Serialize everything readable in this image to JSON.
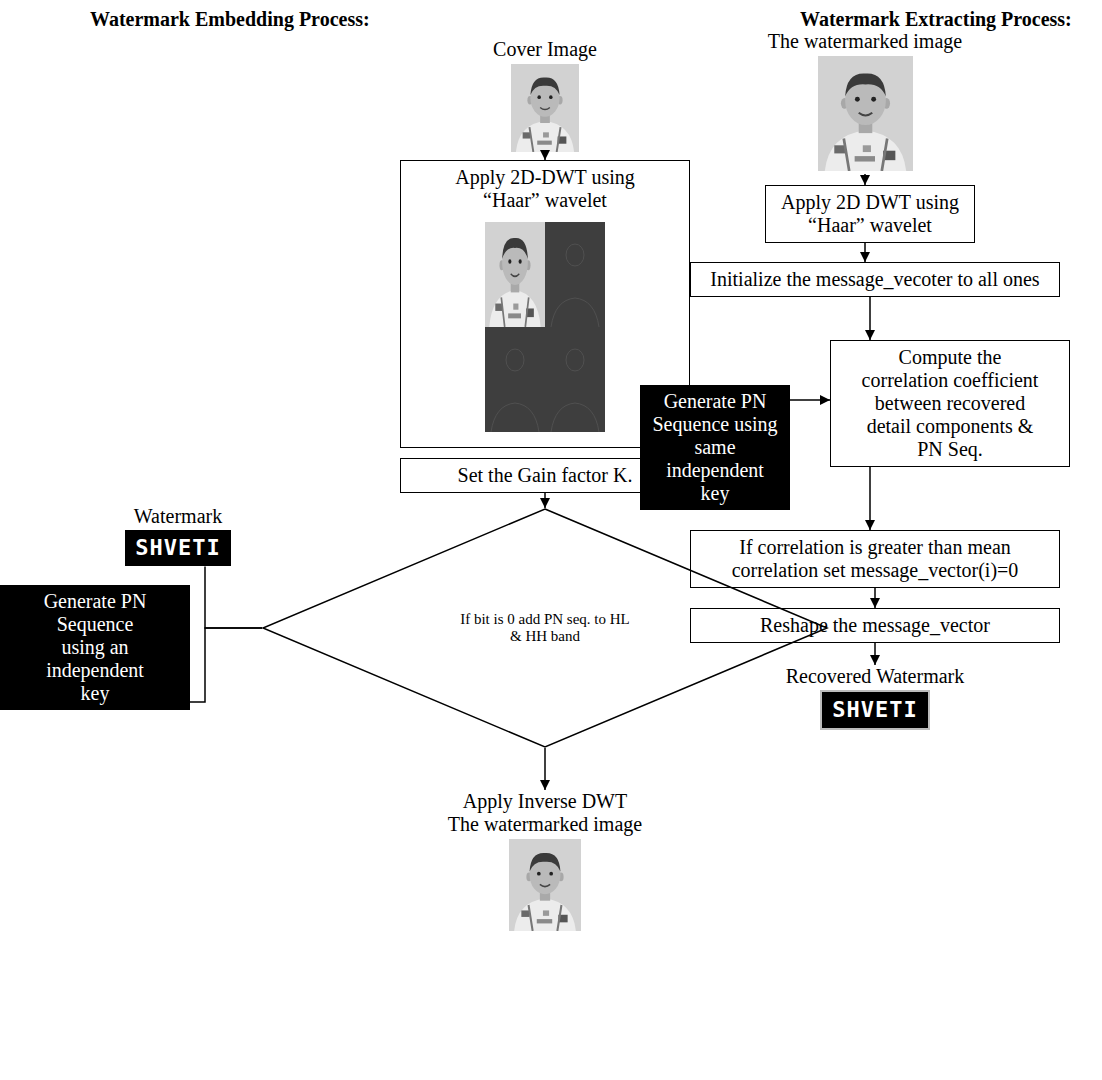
{
  "diagram": {
    "nodes": [
      {
        "text": [
          "Cover Image"
        ]
      },
      {
        "text": [
          "Apply 2D-DWT using “Haar” wavelet"
        ]
      },
      {
        "text": [
          "Set the Gain factor K."
        ]
      },
      {
        "text": [
          "Watermark",
          "SHVETI"
        ]
      },
      {
        "text": [
          "Generate PN Sequence using an independent key"
        ]
      },
      {
        "text": [
          "If bit is 0 add PN seq. to HL & HH band"
        ]
      },
      {
        "text": [
          "Apply Inverse DWT",
          "The watermarked image"
        ]
      },
      {
        "text": [
          "The watermarked image"
        ]
      },
      {
        "text": [
          "Apply 2D DWT using “Haar” wavelet"
        ]
      },
      {
        "text": [
          "Initialize the message_vecoter to all ones"
        ]
      },
      {
        "text": [
          "Generate PN Sequence using same independent key"
        ]
      },
      {
        "text": [
          "Compute the correlation coefficient between recovered detail components & PN Seq."
        ]
      },
      {
        "text": [
          "If correlation is greater than mean correlation set message_vector(i)=0"
        ]
      },
      {
        "text": [
          "Reshape the message_vector"
        ]
      },
      {
        "text": [
          "Recovered Watermark",
          "SHVETI"
        ]
      }
    ],
    "edges": [
      {
        "from": 0,
        "to": 1,
        "arrow": "to"
      },
      {
        "from": 2,
        "to": 5,
        "arrow": "to"
      },
      {
        "from": 3,
        "to": 5,
        "arrow": "none"
      },
      {
        "from": 4,
        "to": 5,
        "arrow": "none"
      },
      {
        "from": 5,
        "to": 6,
        "arrow": "to"
      },
      {
        "from": 7,
        "to": 8,
        "arrow": "to"
      },
      {
        "from": 8,
        "to": 9,
        "arrow": "to"
      },
      {
        "from": 9,
        "to": 11,
        "arrow": "to"
      },
      {
        "from": 10,
        "to": 11,
        "arrow": "to"
      },
      {
        "from": 11,
        "to": 12,
        "arrow": "to"
      },
      {
        "from": 12,
        "to": 13,
        "arrow": "to"
      },
      {
        "from": 13,
        "to": 14,
        "arrow": "to"
      }
    ],
    "labels": [
      "Watermark Embedding Process:",
      "Watermark Extracting Process:"
    ]
  }
}
